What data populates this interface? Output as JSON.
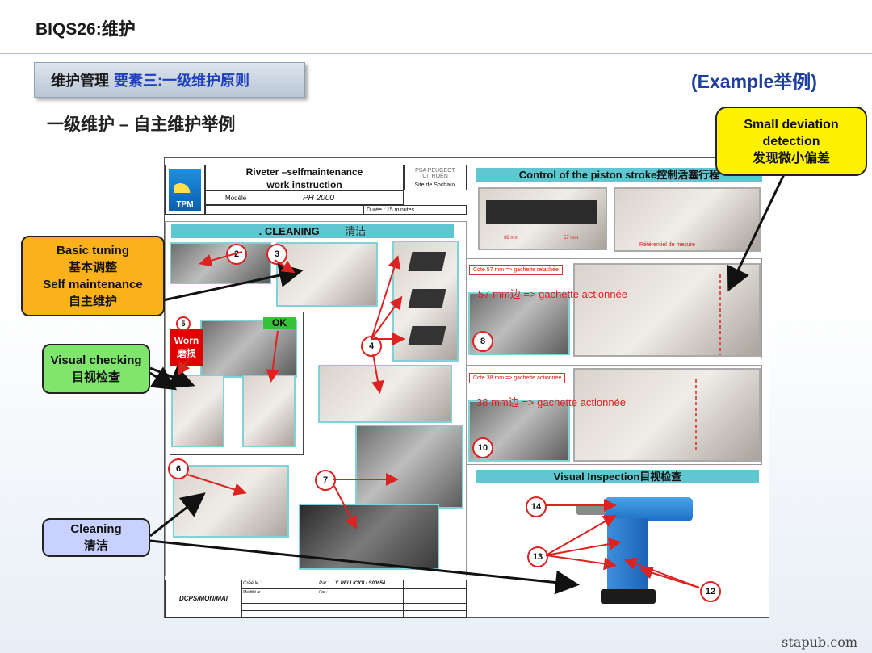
{
  "header": {
    "title": "BIQS26:维护",
    "banner_left": "维护管理",
    "banner_right": "要素三:一级维护原则",
    "example": "(Example举例)",
    "subtitle": "一级维护 – 自主维护举例"
  },
  "sheet": {
    "logo_text": "TPM",
    "title_line1": "Riveter –selfmaintenance",
    "title_line2": "work instruction",
    "company": "PSA PEUGEOT CITROËN",
    "site": "Site de Sochaux",
    "model_label": "Modèle :",
    "model_value": "PH 2000",
    "duration": "Durée : 15 minutes",
    "cleaning_bar": ". CLEANING",
    "cleaning_bar_cn": "清洁",
    "piston_bar": "Control of the piston stroke控制活塞行程",
    "label_38mm": "38 mm",
    "label_57mm": "57 mm",
    "referentiel": "Référentiel de mesure",
    "note_57": "Cote 57 mm => gachette relachée",
    "overlay_57": "57 mm边 => gachette actionnée",
    "note_38": "Cote 38 mm => gachette actionnée",
    "overlay_38": "38 mm边 => gachette actionnée",
    "visual_bar": "Visual Inspection目视检查",
    "worn_en": "Worn",
    "worn_cn": "磨损",
    "ok": "OK",
    "footer_dept": "DCPS/MON/MAI",
    "footer_cree": "Créé le :",
    "footer_par": "Par :",
    "footer_author": "Y. PELLICIOLI   S00654",
    "footer_modifie": "Modifié le :",
    "footer_par2": "Par :",
    "numbers": [
      "2",
      "3",
      "5",
      "4",
      "6",
      "7",
      "8",
      "10",
      "14",
      "13",
      "12"
    ]
  },
  "callouts": {
    "basic_tuning": [
      "Basic tuning",
      "基本调整",
      "Self maintenance",
      "自主维护"
    ],
    "visual_checking": [
      "Visual checking",
      "目视检查"
    ],
    "cleaning": [
      "Cleaning",
      "清洁"
    ],
    "small_deviation": [
      "Small deviation",
      "detection",
      "发现微小偏差"
    ]
  },
  "watermark": "stapub.com",
  "colors": {
    "banner_blue": "#1f3fbf",
    "cyan_bar": "#5fc7d0",
    "orange": "#fbb11a",
    "green": "#7fe56c",
    "lavender": "#c8d1ff",
    "yellow": "#fff200",
    "red": "#dd2222"
  }
}
